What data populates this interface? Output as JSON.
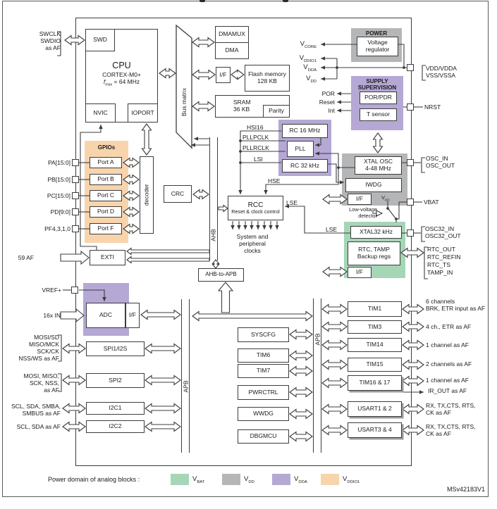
{
  "page": {
    "watermark": "MSv42183V1"
  },
  "colors": {
    "green": "#a5d6b6",
    "gray": "#b4b6b8",
    "purple": "#b5a8d4",
    "orange": "#f8d4ad"
  },
  "blocks": {
    "swd": "SWD",
    "cpu": "CPU",
    "cpu_core": "CORTEX-M0+",
    "fmax_f": "f",
    "fmax_sub": "max",
    "fmax_eq": " = 64 MHz",
    "nvic": "NVIC",
    "ioport": "IOPORT",
    "bus_matrix": "Bus matrix",
    "dmamux": "DMAMUX",
    "dma": "DMA",
    "iface": "I/F",
    "flash1": "Flash memory",
    "flash2": "128 KB",
    "sram1": "SRAM",
    "sram2": "36 KB",
    "parity": "Parity",
    "gpios": "GPIOs",
    "port_a": "Port A",
    "port_b": "Port B",
    "port_c": "Port C",
    "port_d": "Port D",
    "port_f": "Port F",
    "decoder": "decoder",
    "crc": "CRC",
    "exti": "EXTI",
    "ahb": "AHB",
    "apb": "APB",
    "ahb_to_apb": "AHB-to-APB",
    "adc": "ADC",
    "spi1": "SPI1/I2S",
    "spi2": "SPI2",
    "i2c1": "I2C1",
    "i2c2": "I2C2",
    "syscfg": "SYSCFG",
    "tim6": "TIM6",
    "tim7": "TIM7",
    "pwrctrl": "PWRCTRL",
    "wwdg": "WWDG",
    "dbgmcu": "DBGMCU",
    "tim1": "TIM1",
    "tim3": "TIM3",
    "tim14": "TIM14",
    "tim15": "TIM15",
    "tim16_17": "TIM16 & 17",
    "usart12": "USART1 & 2",
    "usart34": "USART3 & 4",
    "rcc": "RCC",
    "rcc_sub": "Reset & clock control",
    "sys_clk1": "System and",
    "sys_clk2": "peripheral",
    "sys_clk3": "clocks",
    "rc16": "RC 16 MHz",
    "pll": "PLL",
    "rc32": "RC 32 kHz",
    "xtal1": "XTAL OSC",
    "xtal2": "4-48 MHz",
    "iwdg": "IWDG",
    "xtal32": "XTAL32 kHz",
    "rtc1": "RTC, TAMP",
    "rtc2": "Backup regs",
    "power_title": "POWER",
    "vreg1": "Voltage",
    "vreg2": "regulator",
    "supply1": "SUPPLY",
    "supply2": "SUPERVISION",
    "por_pdr": "POR/PDR",
    "t_sensor": "T sensor",
    "lvd1": "Low-voltage",
    "lvd2": "detector"
  },
  "signals": {
    "hsi16": "HSI16",
    "pllpclk": "PLLPCLK",
    "pllrclk": "PLLRCLK",
    "lsi": "LSI",
    "hse": "HSE",
    "lse": "LSE",
    "por": "POR",
    "reset": "Reset",
    "int": "Int"
  },
  "power": {
    "vcore": {
      "base": "V",
      "sub": "CORE"
    },
    "vddio1": {
      "base": "V",
      "sub": "DDIO1"
    },
    "vdda": {
      "base": "V",
      "sub": "DDA"
    },
    "vdd": {
      "base": "V",
      "sub": "DD"
    }
  },
  "left_pins": {
    "swclk": "SWCLK",
    "swdio": "SWDIO",
    "as_af": "as AF",
    "pa": "PA[15:0]",
    "pb": "PB[15:0]",
    "pc": "PC[15:0]",
    "pd": "PD[9:0]",
    "pf": "PF4,3,1,0",
    "af59": "59 AF",
    "vref": "VREF+",
    "in16": "16x IN",
    "spi1_l1": "MOSI/SD",
    "spi1_l2": "MISO/MCK",
    "spi1_l3": "SCK/CK",
    "spi1_l4": "NSS/WS as AF",
    "spi2_l1": "MOSI, MISO,",
    "spi2_l2": "SCK, NSS,",
    "spi2_l3": "as AF",
    "i2c1_l1": "SCL, SDA, SMBA,",
    "i2c1_l2": "SMBUS as AF",
    "i2c2_l1": "SCL, SDA as AF"
  },
  "right_pins": {
    "vdd_vdda": "VDD/VDDA",
    "vss_vssa": "VSS/VSSA",
    "nrst": "NRST",
    "osc_in": "OSC_IN",
    "osc_out": "OSC_OUT",
    "vbat": "VBAT",
    "osc32_in": "OSC32_IN",
    "osc32_out": "OSC32_OUT",
    "rtc_out": "RTC_OUT",
    "rtc_refin": "RTC_REFIN",
    "rtc_ts": "RTC_TS",
    "tamp_in": "TAMP_IN",
    "tim1_l1": "6 channels",
    "tim1_l2": "BRK, ETR input as AF",
    "tim3_l": "4 ch., ETR as AF",
    "tim14_l": "1 channel as AF",
    "tim15_l": "2 channels as AF",
    "tim16_l": "1 channel as AF",
    "ir_out": "IR_OUT as AF",
    "usart12_l1": "RX, TX,CTS, RTS,",
    "usart12_l2": "CK as AF",
    "usart34_l1": "RX, TX,CTS, RTS,",
    "usart34_l2": "CK as AF"
  },
  "legend": {
    "title": "Power domain of analog blocks :",
    "items": [
      {
        "base": "V",
        "sub": "BAT",
        "color": "#a5d6b6"
      },
      {
        "base": "V",
        "sub": "DD",
        "color": "#b4b6b8"
      },
      {
        "base": "V",
        "sub": "DDA",
        "color": "#b5a8d4"
      },
      {
        "base": "V",
        "sub": "DDIO1",
        "color": "#f8d4ad"
      }
    ]
  }
}
